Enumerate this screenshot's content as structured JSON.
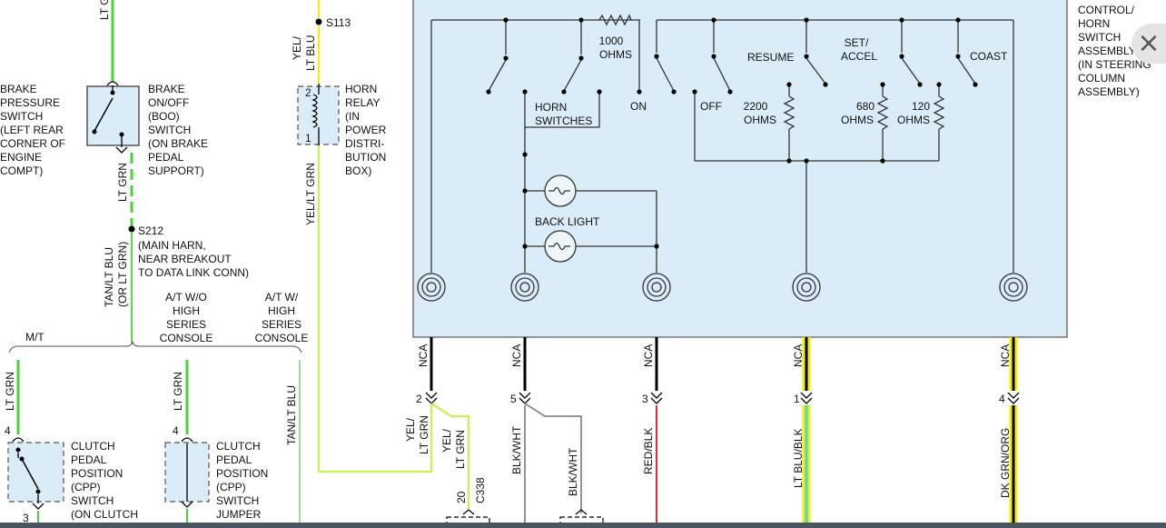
{
  "labels": {
    "lt_grn_top": "LT G",
    "brake_pressure_switch": [
      "BRAKE",
      "PRESSURE",
      "SWITCH",
      "(LEFT REAR",
      "CORNER OF",
      "ENGINE",
      "COMPT)"
    ],
    "boo_switch": [
      "BRAKE",
      "ON/OFF",
      "(BOO)",
      "SWITCH",
      "(ON BRAKE",
      "PEDAL",
      "SUPPORT)"
    ],
    "lt_grn_mid": "LT GRN",
    "s212": "S212",
    "s212_note": [
      "(MAIN HARN,",
      "NEAR BREAKOUT",
      "TO DATA LINK CONN)"
    ],
    "tan_lt_blu_or": [
      "TAN/LT BLU",
      "(OR LT GRN)"
    ],
    "mt": "M/T",
    "at_wo": [
      "A/T W/O",
      "HIGH",
      "SERIES",
      "CONSOLE"
    ],
    "at_w": [
      "A/T W/",
      "HIGH",
      "SERIES",
      "CONSOLE"
    ],
    "lt_grn_a": "LT GRN",
    "lt_grn_b": "LT GRN",
    "tan_lt_blu": "TAN/LT BLU",
    "pin4_a": "4",
    "pin4_b": "4",
    "pin3": "3",
    "cpp_switch": [
      "CLUTCH",
      "PEDAL",
      "POSITION",
      "(CPP)",
      "SWITCH",
      "(ON CLUTCH"
    ],
    "cpp_jumper": [
      "CLUTCH",
      "PEDAL",
      "POSITION",
      "(CPP)",
      "SWITCH",
      "JUMPER"
    ],
    "s113": "S113",
    "yel_lt_blu": [
      "YEL/",
      "LT BLU"
    ],
    "horn_relay": [
      "HORN",
      "RELAY",
      "(IN",
      "POWER",
      "DISTRI-",
      "BUTION",
      "BOX)"
    ],
    "relay_pin2": "2",
    "relay_pin1": "1",
    "yel_lt_grn_v": "YEL/LT GRN",
    "ohms_1000": [
      "1000",
      "OHMS"
    ],
    "horn_switches": [
      "HORN",
      "SWITCHES"
    ],
    "on": "ON",
    "off": "OFF",
    "resume": "RESUME",
    "set_accel": [
      "SET/",
      "ACCEL"
    ],
    "coast": "COAST",
    "ohms_2200": [
      "2200",
      "OHMS"
    ],
    "ohms_680": [
      "680",
      "OHMS"
    ],
    "ohms_120": [
      "120",
      "OHMS"
    ],
    "back_light": "BACK LIGHT",
    "assembly": [
      "CONTROL/",
      "HORN",
      "SWITCH",
      "ASSEMBLY",
      "(IN STEERING",
      "COLUMN",
      "ASSEMBLY)"
    ],
    "nca": "NCA",
    "conn_pins": [
      "2",
      "5",
      "3",
      "1",
      "4"
    ],
    "yel_lt_grn_1": [
      "YEL/",
      "LT GRN"
    ],
    "yel_lt_grn_2": [
      "YEL/",
      "LT GRN"
    ],
    "c338": "C338",
    "pin20": "20",
    "blk_wht_1": "BLK/WHT",
    "blk_wht_2": "BLK/WHT",
    "red_blk": "RED/BLK",
    "lt_blu_blk": "LT BLU/BLK",
    "dk_grn_org": "DK GRN/ORG"
  },
  "colors": {
    "switch_box_fill": "#d9ecf7",
    "wire_green": "#4cd23a",
    "wire_yellow_green": "#ccee66",
    "wire_yellow": "#f2f200",
    "wire_black": "#000000",
    "wire_red": "#d93030",
    "wire_gray": "#888888",
    "close_bg": "#e4e4e4"
  },
  "close_icon": "×"
}
